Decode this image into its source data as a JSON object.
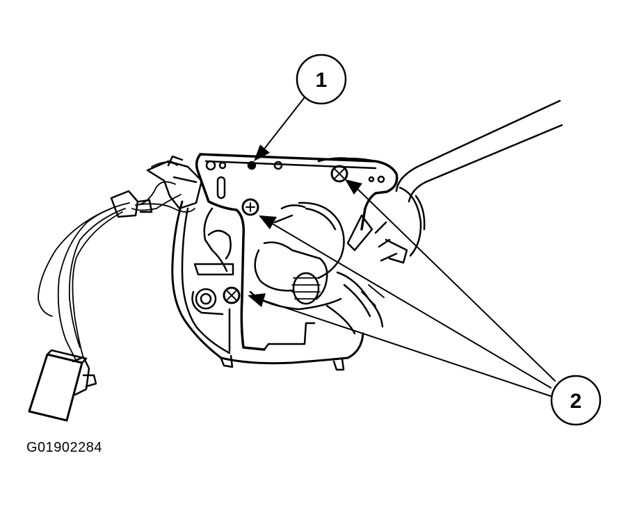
{
  "callouts": [
    {
      "id": "1",
      "label": "1"
    },
    {
      "id": "2",
      "label": "2"
    }
  ],
  "figure_id": "G01902284",
  "colors": {
    "ink": "#000000",
    "paper": "#ffffff"
  }
}
